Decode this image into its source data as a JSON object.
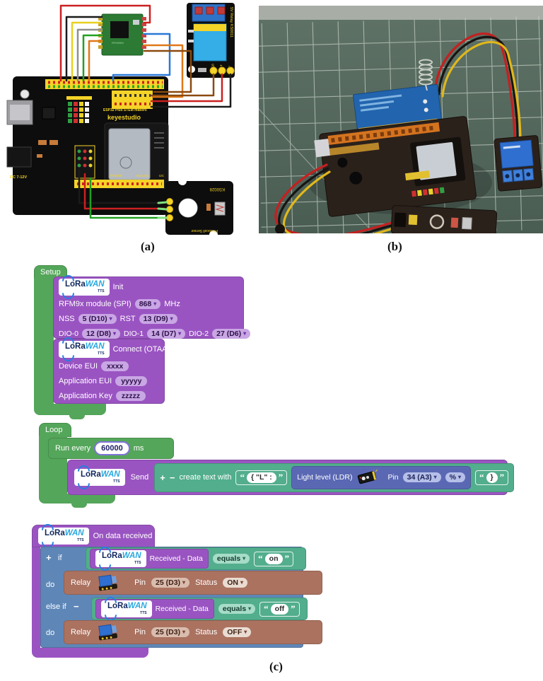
{
  "figure": {
    "label_a": "(a)",
    "label_b": "(b)",
    "label_c": "(c)"
  },
  "colors": {
    "block_green": "#54a65a",
    "block_purple": "#9a54c2",
    "block_teal": "#52ae8d",
    "block_blue": "#5e87b8",
    "block_brown": "#ab7260",
    "block_indigo": "#5a68b4",
    "board_yellow": "#f5d327",
    "relay_blue": "#35aee8",
    "pcb_green": "#2c7a33"
  },
  "ui": {
    "arrow": "▾",
    "open_quote": "“",
    "close_quote": "”",
    "plus": "+",
    "minus": "−"
  },
  "diagram": {
    "rf_module": "RFM95W",
    "board_maker": "keyestudio",
    "board_model": "ESP32 Plus STEM makers",
    "board_power": "DC 7-12V",
    "board_reset": "RESET",
    "header_power": "POWER",
    "header_analog": "ANALOG",
    "header_i2c": "I2C",
    "relay_label": "5V Relay KS0011",
    "relay_pin_s": "S",
    "relay_pin_plus": "+",
    "relay_pin_minus": "-",
    "photocell_id": "KS0028",
    "photocell_name": "Photocell Sensor"
  },
  "blocks": {
    "brand": {
      "lora": "LoRa",
      "wan": "WAN",
      "tts": "TTS"
    },
    "setup": {
      "hat": "Setup",
      "init_title": "Init",
      "rfm_label": "RFM9x module (SPI)",
      "rfm_value": "868",
      "rfm_unit": "MHz",
      "nss_label": "NSS",
      "nss_value": "5 (D10)",
      "rst_label": "RST",
      "rst_value": "13 (D9)",
      "dio0_label": "DIO-0",
      "dio0_value": "12 (D8)",
      "dio1_label": "DIO-1",
      "dio1_value": "14 (D7)",
      "dio2_label": "DIO-2",
      "dio2_value": "27 (D6)",
      "connect_title": "Connect (OTAA)",
      "device_eui_label": "Device EUI",
      "device_eui_value": "xxxx",
      "app_eui_label": "Application EUI",
      "app_eui_value": "yyyyy",
      "app_key_label": "Application Key",
      "app_key_value": "zzzzz"
    },
    "loop": {
      "hat": "Loop",
      "run_every": "Run every",
      "interval": "60000",
      "ms": "ms",
      "send": "Send",
      "create_text": "create text with",
      "text_prefix": "{ \"L\" :",
      "light_label": "Light level (LDR)",
      "pin_label": "Pin",
      "light_pin": "34 (A3)",
      "light_unit": "%",
      "text_suffix": "}"
    },
    "received": {
      "title": "On data received",
      "if_label": "if",
      "else_if_label": "else if",
      "do_label": "do",
      "data_label": "Received - Data",
      "equals": "equals",
      "value_on": "on",
      "value_off": "off",
      "relay_label": "Relay",
      "pin_label": "Pin",
      "relay_pin": "25 (D3)",
      "status_label": "Status",
      "status_on": "ON",
      "status_off": "OFF"
    }
  }
}
